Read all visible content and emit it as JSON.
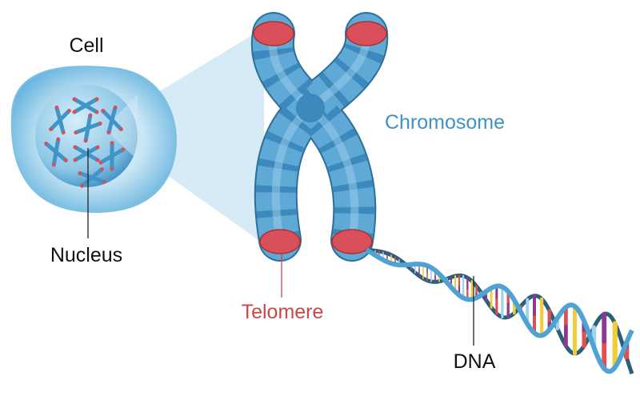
{
  "labels": {
    "cell": "Cell",
    "nucleus": "Nucleus",
    "chromosome": "Chromosome",
    "telomere": "Telomere",
    "dna": "DNA"
  },
  "colors": {
    "chromosome_label": "#3f93c4",
    "telomere_label": "#c9484a",
    "chromosome_body": "#5fa9d6",
    "chromosome_band": "#3b89bd",
    "telomere": "#d9505a",
    "dna_strand": "#4ea3d4",
    "dna_strand_back": "#2a5e7a",
    "base_colors": [
      "#e0504f",
      "#f2cd3b",
      "#8b3a8f",
      "#9fd2ec"
    ]
  }
}
